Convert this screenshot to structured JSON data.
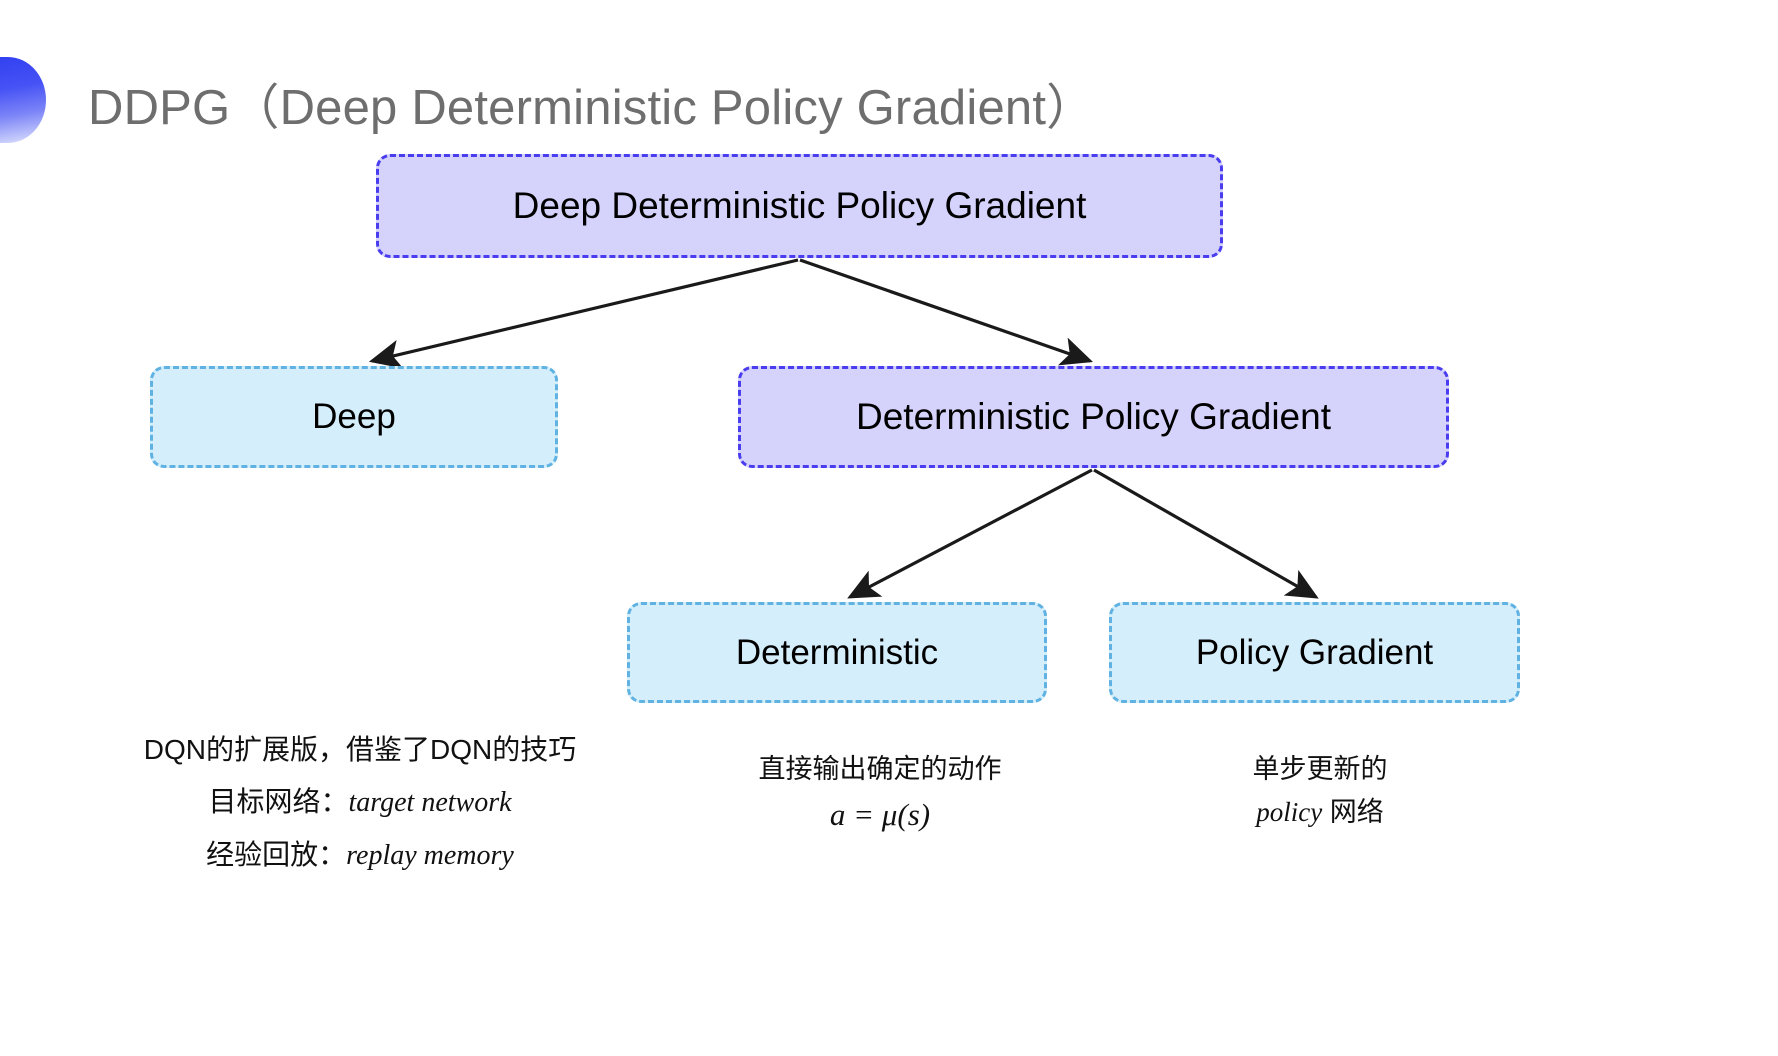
{
  "slide": {
    "title": "DDPG（Deep Deterministic Policy Gradient）",
    "background_color": "#ffffff",
    "accent_color": "#3a49f2"
  },
  "decor": {
    "leaf_icon": "leaf-gradient-shape",
    "gradient_from": "#2f3ef0",
    "gradient_to": "#e8eafd"
  },
  "diagram": {
    "type": "tree",
    "nodes": [
      {
        "id": "root",
        "label": "Deep Deterministic Policy Gradient",
        "style": "purple",
        "fill": "#d5d3fb",
        "border": "#4a3df0"
      },
      {
        "id": "deep",
        "label": "Deep",
        "style": "blue",
        "fill": "#d4eefb",
        "border": "#5fb2e2"
      },
      {
        "id": "dpg",
        "label": "Deterministic Policy Gradient",
        "style": "purple",
        "fill": "#d5d3fb",
        "border": "#4a3df0"
      },
      {
        "id": "deterministic",
        "label": "Deterministic",
        "style": "blue",
        "fill": "#d4eefb",
        "border": "#5fb2e2"
      },
      {
        "id": "policy_gradient",
        "label": "Policy Gradient",
        "style": "blue",
        "fill": "#d4eefb",
        "border": "#5fb2e2"
      }
    ],
    "edges": [
      {
        "from": "root",
        "to": "deep"
      },
      {
        "from": "root",
        "to": "dpg"
      },
      {
        "from": "dpg",
        "to": "deterministic"
      },
      {
        "from": "dpg",
        "to": "policy_gradient"
      }
    ],
    "edge_color": "#1a1a1a"
  },
  "notes": {
    "left": {
      "line1": "DQN的扩展版，借鉴了DQN的技巧",
      "line2_label": "目标网络：",
      "line2_term": "target network",
      "line3_label": "经验回放：",
      "line3_term": "replay memory"
    },
    "center": {
      "line1": "直接输出确定的动作",
      "formula": "a = μ(s)"
    },
    "right": {
      "line1": "单步更新的",
      "line2_term": "policy",
      "line2_suffix": " 网络"
    }
  }
}
